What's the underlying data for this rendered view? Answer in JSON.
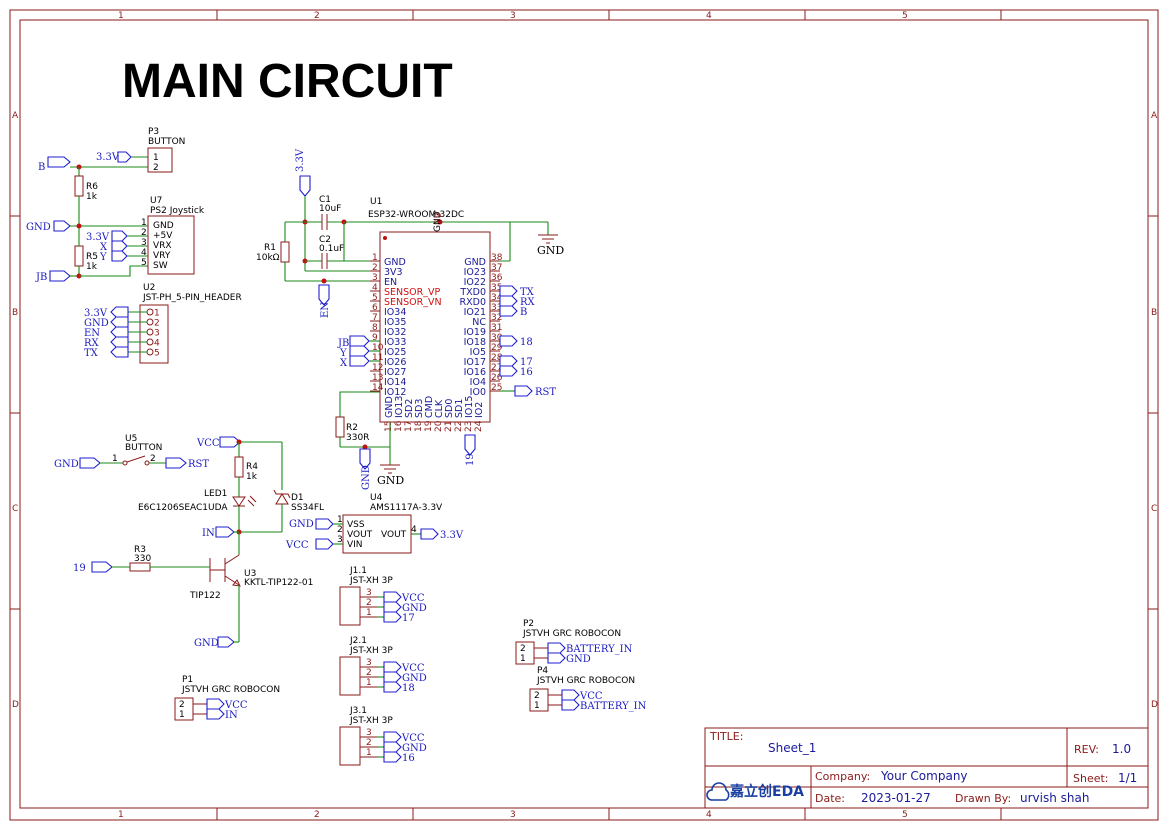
{
  "title": "MAIN CIRCUIT",
  "grid": {
    "cols": [
      "1",
      "2",
      "3",
      "4",
      "5"
    ],
    "rows": [
      "A",
      "B",
      "C",
      "D"
    ]
  },
  "titleblock": {
    "title_label": "TITLE:",
    "title_value": "Sheet_1",
    "rev_label": "REV:",
    "rev_value": "1.0",
    "company_label": "Company:",
    "company_value": "Your Company",
    "sheet_label": "Sheet:",
    "sheet_value": "1/1",
    "date_label": "Date:",
    "date_value": "2023-01-27",
    "drawn_label": "Drawn By:",
    "drawn_value": "urvish shah",
    "logo_text": "嘉立创EDA"
  },
  "components": {
    "p3": {
      "ref": "P3",
      "value": "BUTTON",
      "pins": [
        "1",
        "2"
      ]
    },
    "r6": {
      "ref": "R6",
      "value": "1k"
    },
    "r5": {
      "ref": "R5",
      "value": "1k"
    },
    "u7": {
      "ref": "U7",
      "value": "PS2 Joystick",
      "pins": [
        "1",
        "2",
        "3",
        "4",
        "5"
      ],
      "names": [
        "GND",
        "+5V",
        "VRX",
        "VRY",
        "SW"
      ]
    },
    "u2": {
      "ref": "U2",
      "value": "JST-PH_5-PIN_HEADER",
      "pins": [
        "1",
        "2",
        "3",
        "4",
        "5"
      ]
    },
    "r1": {
      "ref": "R1",
      "value": "10kΩ"
    },
    "c1": {
      "ref": "C1",
      "value": "10uF"
    },
    "c2": {
      "ref": "C2",
      "value": "0.1uF"
    },
    "u1": {
      "ref": "U1",
      "value": "ESP32-WROOM-32DC",
      "left_names": [
        "GND",
        "3V3",
        "EN",
        "SENSOR_VP",
        "SENSOR_VN",
        "IO34",
        "IO35",
        "IO32",
        "IO33",
        "IO25",
        "IO26",
        "IO27",
        "IO14",
        "IO12"
      ],
      "left_nums": [
        "1",
        "2",
        "3",
        "4",
        "5",
        "6",
        "7",
        "8",
        "9",
        "10",
        "11",
        "12",
        "13",
        "14"
      ],
      "right_names": [
        "GND",
        "IO23",
        "IO22",
        "TXD0",
        "RXD0",
        "IO21",
        "NC",
        "IO19",
        "IO18",
        "IO5",
        "IO17",
        "IO16",
        "IO4",
        "IO0"
      ],
      "right_nums": [
        "38",
        "37",
        "36",
        "35",
        "34",
        "33",
        "32",
        "31",
        "30",
        "29",
        "28",
        "27",
        "26",
        "25"
      ],
      "bottom_names": [
        "GND",
        "IO13",
        "SD2",
        "SD3",
        "CMD",
        "CLK",
        "SD0",
        "SD1",
        "IO15",
        "IO2"
      ],
      "bottom_nums": [
        "15",
        "16",
        "17",
        "18",
        "19",
        "20",
        "21",
        "22",
        "23",
        "24"
      ],
      "top_name": "GND",
      "top_num": "39"
    },
    "r2": {
      "ref": "R2",
      "value": "330R"
    },
    "u5": {
      "ref": "U5",
      "value": "BUTTON",
      "pins": [
        "1",
        "2"
      ]
    },
    "r4": {
      "ref": "R4",
      "value": "1k"
    },
    "led1": {
      "ref": "LED1",
      "value": "E6C1206SEAC1UDA"
    },
    "d1": {
      "ref": "D1",
      "value": "SS34FL"
    },
    "u4": {
      "ref": "U4",
      "value": "AMS1117A-3.3V",
      "pins": [
        "1",
        "2",
        "3",
        "4"
      ],
      "names": [
        "VSS",
        "VOUT",
        "VIN",
        "VOUT"
      ]
    },
    "r3": {
      "ref": "R3",
      "value": "330"
    },
    "u3": {
      "ref": "U3",
      "value": "KKTL-TIP122-01",
      "value2": "TIP122"
    },
    "j1": {
      "ref": "J1.1",
      "value": "JST-XH 3P",
      "pins": [
        "3",
        "2",
        "1"
      ]
    },
    "j2": {
      "ref": "J2.1",
      "value": "JST-XH 3P",
      "pins": [
        "3",
        "2",
        "1"
      ]
    },
    "j3": {
      "ref": "J3.1",
      "value": "JST-XH 3P",
      "pins": [
        "3",
        "2",
        "1"
      ]
    },
    "p1": {
      "ref": "P1",
      "value": "JSTVH GRC ROBOCON",
      "pins": [
        "2",
        "1"
      ]
    },
    "p2": {
      "ref": "P2",
      "value": "JSTVH GRC ROBOCON",
      "pins": [
        "2",
        "1"
      ]
    },
    "p4": {
      "ref": "P4",
      "value": "JSTVH GRC ROBOCON",
      "pins": [
        "2",
        "1"
      ]
    }
  },
  "nets": {
    "b": "B",
    "v33": "3.3V",
    "gnd": "GND",
    "jb": "JB",
    "x": "X",
    "y": "Y",
    "en": "EN",
    "rx": "RX",
    "tx": "TX",
    "rst": "RST",
    "vcc": "VCC",
    "in": "IN",
    "n19": "19",
    "n18": "18",
    "n17": "17",
    "n16": "16",
    "battery_in": "BATTERY_IN"
  }
}
